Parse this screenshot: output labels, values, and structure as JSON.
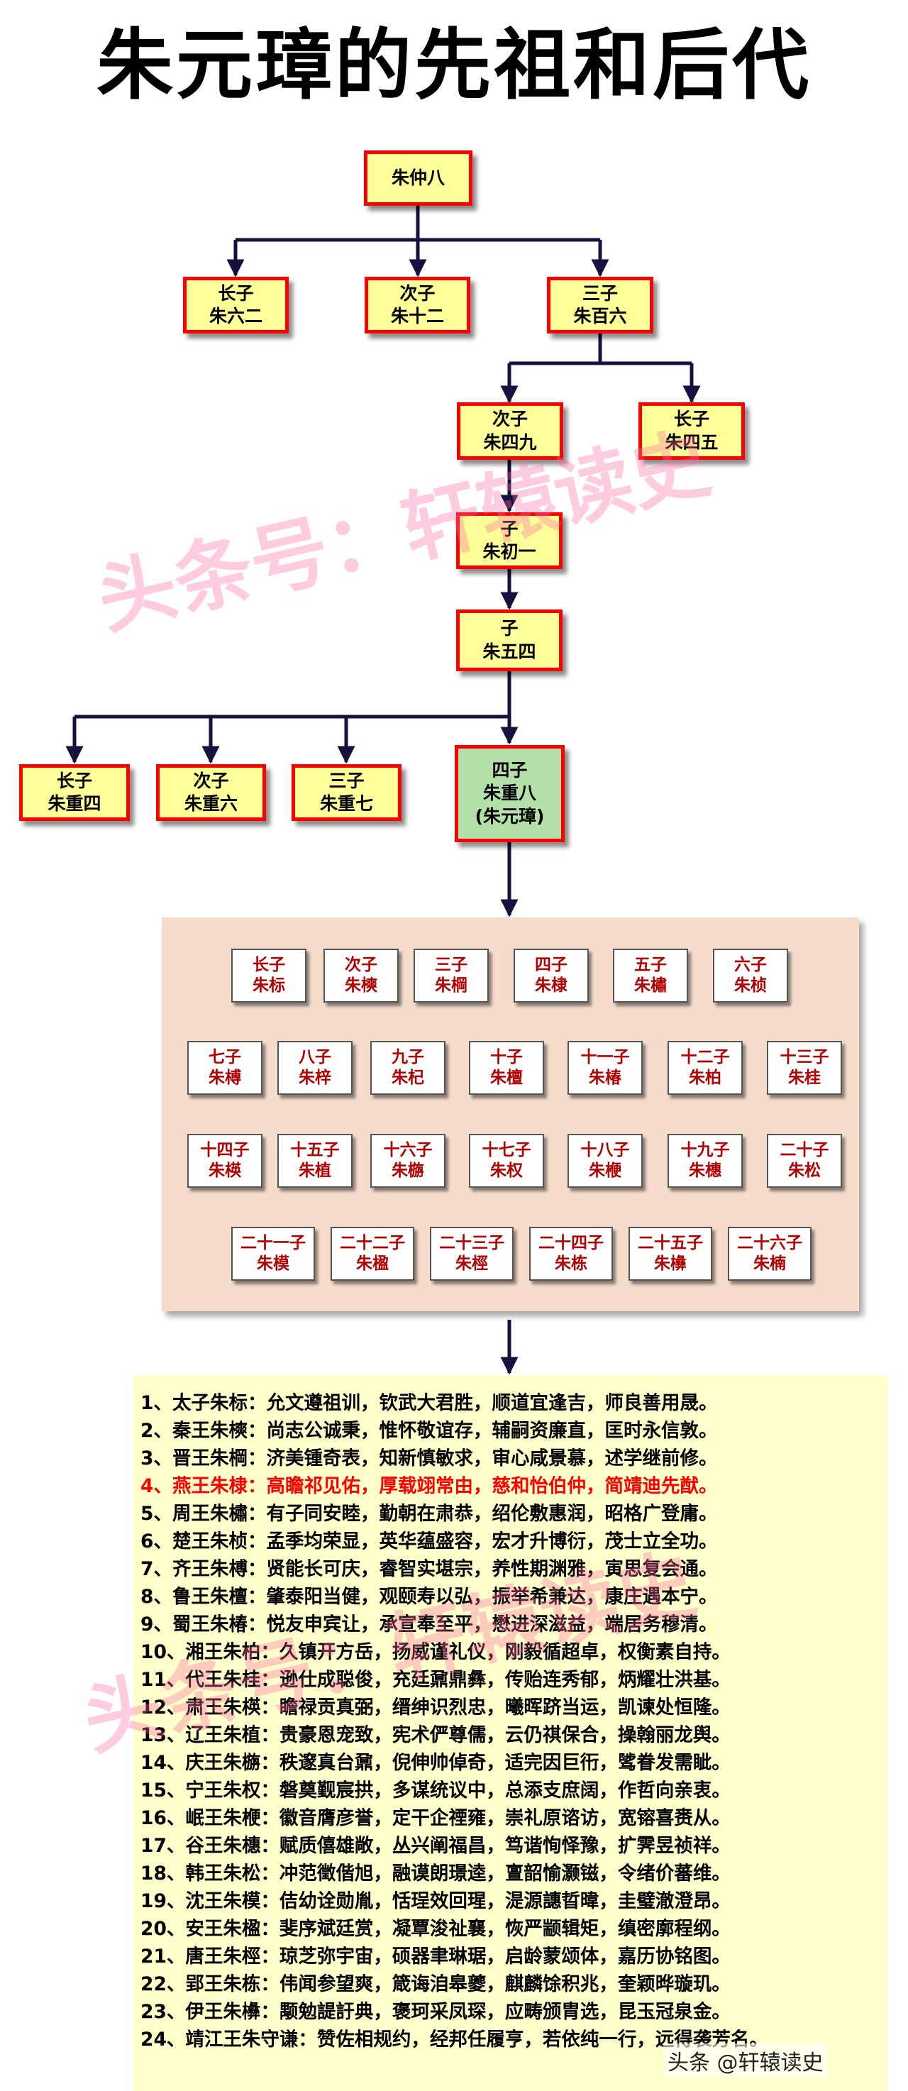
{
  "title": "朱元璋的先祖和后代",
  "tree": {
    "root": "朱仲八",
    "gen2": [
      [
        "长子",
        "朱六二"
      ],
      [
        "次子",
        "朱十二"
      ],
      [
        "三子",
        "朱百六"
      ]
    ],
    "gen3": [
      [
        "次子",
        "朱四九"
      ],
      [
        "长子",
        "朱四五"
      ]
    ],
    "gen4": [
      "子",
      "朱初一"
    ],
    "gen5": [
      "子",
      "朱五四"
    ],
    "gen6": [
      [
        "长子",
        "朱重四"
      ],
      [
        "次子",
        "朱重六"
      ],
      [
        "三子",
        "朱重七"
      ]
    ],
    "gen6_fourth": [
      "四子",
      "朱重八",
      "(朱元璋)"
    ]
  },
  "sons": [
    [
      "长子",
      "朱标"
    ],
    [
      "次子",
      "朱樉"
    ],
    [
      "三子",
      "朱棡"
    ],
    [
      "四子",
      "朱棣"
    ],
    [
      "五子",
      "朱橚"
    ],
    [
      "六子",
      "朱桢"
    ],
    [
      "七子",
      "朱榑"
    ],
    [
      "八子",
      "朱梓"
    ],
    [
      "九子",
      "朱杞"
    ],
    [
      "十子",
      "朱檀"
    ],
    [
      "十一子",
      "朱椿"
    ],
    [
      "十二子",
      "朱柏"
    ],
    [
      "十三子",
      "朱桂"
    ],
    [
      "十四子",
      "朱楧"
    ],
    [
      "十五子",
      "朱植"
    ],
    [
      "十六子",
      "朱㮵"
    ],
    [
      "十七子",
      "朱权"
    ],
    [
      "十八子",
      "朱楩"
    ],
    [
      "十九子",
      "朱橞"
    ],
    [
      "二十子",
      "朱松"
    ],
    [
      "二十一子",
      "朱模"
    ],
    [
      "二十二子",
      "朱楹"
    ],
    [
      "二十三子",
      "朱桱"
    ],
    [
      "二十四子",
      "朱栋"
    ],
    [
      "二十五子",
      "朱㰘"
    ],
    [
      "二十六子",
      "朱楠"
    ]
  ],
  "poems": [
    "1、太子朱标：允文遵祖训，钦武大君胜，顺道宜逢吉，师良善用晟。",
    "2、秦王朱樉：尚志公诚秉，惟怀敬谊存，辅嗣资廉直，匡时永信敦。",
    "3、晋王朱棡：济美锺奇表，知新慎敏求，审心咸景慕，述学继前修。",
    "4、燕王朱棣：高瞻祁见佑，厚载翊常由，慈和怡伯仲，简靖迪先猷。",
    "5、周王朱橚：有子同安睦，勤朝在肃恭，绍伦敷惠润，昭格广登庸。",
    "6、楚王朱桢：孟季均荣显，英华蕴盛容，宏才升博衍，茂士立全功。",
    "7、齐王朱榑：贤能长可庆，睿智实堪宗，养性期渊雅，寅思复会通。",
    "8、鲁王朱檀：肇泰阳当健，观颐寿以弘，振举希兼达，康庄遇本宁。",
    "9、蜀王朱椿：悦友申宾让，承宣奉至平，懋进深滋益，端居务穆清。",
    "10、湘王朱柏：久镇开方岳，扬威谨礼仪，刚毅循超卓，权衡素自持。",
    "11、代王朱桂：逊仕成聪俊，充廷鼐鼎彝，传贻连秀郁，炳耀壮洪基。",
    "12、肃王朱楧：瞻禄贡真弼，缙绅识烈忠，曦晖跻当运，凯谏处恒隆。",
    "13、辽王朱植：贵豪恩宠致，宪术俨尊儒，云仍祺保合，操翰丽龙舆。",
    "14、庆王朱㮵：秩邃真台鼐，倪伸帅倬奇，适完因巨衎，骘眷发需眦。",
    "15、宁王朱权：磐奠觐宸拱，多谋统议中，总添支庶阔，作哲向亲衷。",
    "16、岷王朱楩：徽音膺彦誉，定干企禋雍，崇礼原谘访，宽镕喜赉从。",
    "17、谷王朱橞：赋质僖雄敞，丛兴阐福昌，笃谐恂怿豫，扩霁昱祯祥。",
    "18、韩王朱松：冲范徵偕旭，融谟朗璟逵，亶韶愉灏镃，令绪价蕃维。",
    "19、沈王朱模：佶幼诠勋胤，恬珵效回瑆，湜源譓晢暐，圭璧澈澄昂。",
    "20、安王朱楹：斐序斌廷赏，凝覃浚祉襄，恢严颛辑矩，缜密廓程纲。",
    "21、唐王朱桱：琼芝弥宇宙，硕器聿琳琚，启龄蒙颂体，嘉历协铭图。",
    "22、郢王朱栋：伟闻参望爽，箴诲洎皋夔，麒麟馀积兆，奎颖晔璇玑。",
    "23、伊王朱㰘：颙勉諟訏典，褒珂采凤琛，应畴颁胄选，昆玉冠泉金。",
    "24、靖江王朱守谦：赞佐相规约，经邦任履亨，若依纯一行，远得袭芳名。"
  ],
  "watermark": "头条号：轩辕读史",
  "credit": "头条 @轩辕读史",
  "colors": {
    "node_fill": "#ffff99",
    "node_border": "#ff0000",
    "highlight_fill": "#b3e0a8",
    "son_text": "#b30000",
    "poem_bg": "#ffffcc",
    "highlight_text": "#ff0000"
  }
}
